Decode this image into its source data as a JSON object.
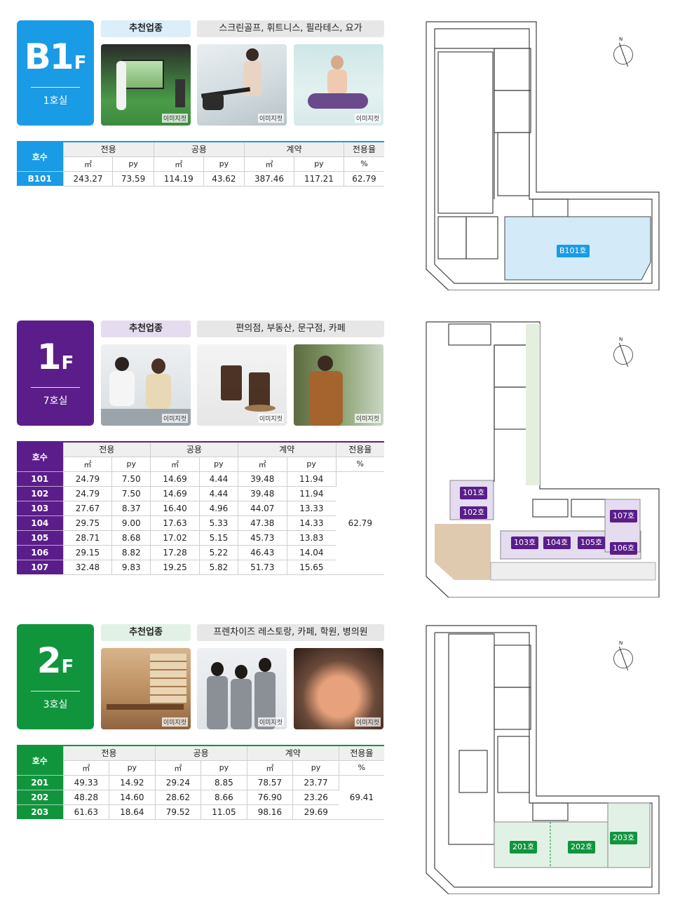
{
  "labels": {
    "recommended": "추천업종",
    "photo_caption": "이미지컷"
  },
  "table_headers": {
    "unit": "호수",
    "exclusive": "전용",
    "common": "공용",
    "contract": "계약",
    "ratio": "전용율",
    "sqm": "㎡",
    "py": "py",
    "pct": "%"
  },
  "floors": [
    {
      "floor": "B1",
      "floor_suffix": "F",
      "rooms": "1호실",
      "color": "#1a9be6",
      "light": "#dbeef9",
      "businesses": "스크린골프, 휘트니스, 필라테스, 요가",
      "photos": [
        "screen-golf",
        "fitness",
        "yoga"
      ],
      "ratio": "62.79",
      "rows": [
        [
          "B101",
          "243.27",
          "73.59",
          "114.19",
          "43.62",
          "387.46",
          "117.21",
          "62.79"
        ]
      ],
      "plan_labels": [
        "B101호"
      ]
    },
    {
      "floor": "1",
      "floor_suffix": "F",
      "rooms": "7호실",
      "color": "#5a1d8a",
      "light": "#e5dcef",
      "businesses": "편의점, 부동산, 문구점, 카페",
      "photos": [
        "office-meeting",
        "iced-coffee",
        "convenience-store"
      ],
      "ratio": "62.79",
      "rows": [
        [
          "101",
          "24.79",
          "7.50",
          "14.69",
          "4.44",
          "39.48",
          "11.94"
        ],
        [
          "102",
          "24.79",
          "7.50",
          "14.69",
          "4.44",
          "39.48",
          "11.94"
        ],
        [
          "103",
          "27.67",
          "8.37",
          "16.40",
          "4.96",
          "44.07",
          "13.33"
        ],
        [
          "104",
          "29.75",
          "9.00",
          "17.63",
          "5.33",
          "47.38",
          "14.33"
        ],
        [
          "105",
          "28.71",
          "8.68",
          "17.02",
          "5.15",
          "45.73",
          "13.83"
        ],
        [
          "106",
          "29.15",
          "8.82",
          "17.28",
          "5.22",
          "46.43",
          "14.04"
        ],
        [
          "107",
          "32.48",
          "9.83",
          "19.25",
          "5.82",
          "51.73",
          "15.65"
        ]
      ],
      "plan_labels": [
        "101호",
        "102호",
        "103호",
        "104호",
        "105호",
        "106호",
        "107호"
      ]
    },
    {
      "floor": "2",
      "floor_suffix": "F",
      "rooms": "3호실",
      "color": "#10953d",
      "light": "#e2f1e5",
      "businesses": "프렌차이즈 레스토랑, 카페, 학원, 병의원",
      "photos": [
        "restaurant-interior",
        "students",
        "sashimi-dish"
      ],
      "ratio": "69.41",
      "rows": [
        [
          "201",
          "49.33",
          "14.92",
          "29.24",
          "8.85",
          "78.57",
          "23.77"
        ],
        [
          "202",
          "48.28",
          "14.60",
          "28.62",
          "8.66",
          "76.90",
          "23.26"
        ],
        [
          "203",
          "61.63",
          "18.64",
          "79.52",
          "11.05",
          "98.16",
          "29.69"
        ]
      ],
      "plan_labels": [
        "201호",
        "202호",
        "203호"
      ]
    }
  ]
}
